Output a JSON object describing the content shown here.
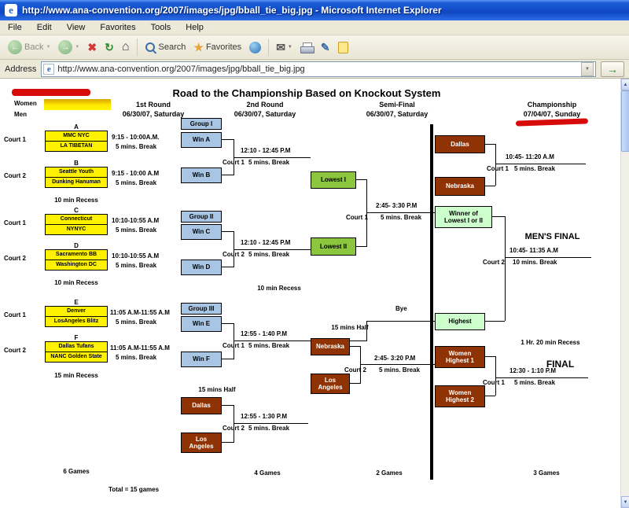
{
  "window": {
    "title": "http://www.ana-convention.org/2007/images/jpg/bball_tie_big.jpg - Microsoft Internet Explorer"
  },
  "menu": {
    "items": [
      "File",
      "Edit",
      "View",
      "Favorites",
      "Tools",
      "Help"
    ]
  },
  "toolbar": {
    "back": "Back",
    "search": "Search",
    "favorites": "Favorites"
  },
  "address": {
    "label": "Address",
    "url": "http://www.ana-convention.org/2007/images/jpg/bball_tie_big.jpg"
  },
  "icons": {
    "ie": "e",
    "back": "←",
    "forward": "→",
    "stop": "✖",
    "refresh": "↻",
    "home": "⌂",
    "star": "★",
    "mail": "✉",
    "edit": "✎",
    "dropdown": "▼",
    "go": "→",
    "up": "▲",
    "down": "▼"
  },
  "bracket": {
    "title": "Road to the Championship Based on Knockout System",
    "legend": {
      "women": "Women",
      "men": "Men"
    },
    "headers": [
      {
        "round": "1st Round",
        "date": "06/30/07, Saturday"
      },
      {
        "round": "2nd Round",
        "date": "06/30/07, Saturday"
      },
      {
        "round": "Semi-Final",
        "date": "06/30/07, Saturday"
      },
      {
        "round": "Championship",
        "date": "07/04/07, Sunday"
      }
    ],
    "round1": {
      "groups": [
        {
          "letter": "A",
          "court": "Court 1",
          "team1": "MMC NYC",
          "team2": "LA TIBETAN",
          "time": "9:15 - 10:00A.M.",
          "brk": "5 mins. Break"
        },
        {
          "letter": "B",
          "court": "Court 2",
          "team1": "Seattle Youth",
          "team2": "Dunking Hanuman",
          "time": "9:15 - 10:00 A.M",
          "brk": "5 mins. Break"
        },
        {
          "letter": "C",
          "court": "Court 1",
          "team1": "Connecticut",
          "team2": "NYNYC",
          "time": "10:10-10:55 A.M",
          "brk": "5 mins. Break"
        },
        {
          "letter": "D",
          "court": "Court 2",
          "team1": "Sacramento BB",
          "team2": "Washington DC",
          "time": "10:10-10:55 A.M",
          "brk": "5 mins. Break"
        },
        {
          "letter": "E",
          "court": "Court 1",
          "team1": "Denver",
          "team2": "LosAngeles Blitz",
          "time": "11:05 A.M-11:55 A.M",
          "brk": "5 mins. Break"
        },
        {
          "letter": "F",
          "court": "Court 2",
          "team1": "Dallas Tufans",
          "team2": "NANC Golden State",
          "time": "11:05 A.M-11:55 A.M",
          "brk": "5 mins. Break"
        }
      ],
      "recess1": "10 min Recess",
      "recess2": "10 min Recess",
      "recess3": "15 min Recess",
      "games": "6 Games",
      "total": "Total = 15 games"
    },
    "round2": {
      "g1": {
        "header": "Group I",
        "a": "Win A",
        "b": "Win B",
        "court": "Court 1",
        "time": "12:10 - 12:45 P.M",
        "brk": "5 mins. Break"
      },
      "g2": {
        "header": "Group II",
        "a": "Win C",
        "b": "Win D",
        "court": "Court 2",
        "time": "12:10 - 12:45 P.M",
        "brk": "5 mins. Break"
      },
      "recess": "10 min Recess",
      "g3": {
        "header": "Group III",
        "a": "Win E",
        "b": "Win F",
        "court": "Court 1",
        "time": "12:55 - 1:40 P.M",
        "brk": "5 mins. Break"
      },
      "women": {
        "half": "15 mins Half",
        "a": "Dallas",
        "b1": "Los",
        "b2": "Angeles",
        "court": "Court 2",
        "time": "12:55 - 1:30 P.M",
        "brk": "5 mins. Break"
      },
      "games": "4 Games"
    },
    "semi": {
      "men": {
        "a": "Lowest I",
        "b": "Lowest II",
        "court": "Court 1",
        "time": "2:45- 3:30 P.M",
        "brk": "5 mins. Break"
      },
      "bye": "Bye",
      "women": {
        "half": "15 mins Half",
        "a": "Nebraska",
        "b1": "Los",
        "b2": "Angeles",
        "court": "Court 2",
        "time": "2:45- 3:20 P.M",
        "brk": "5 mins. Break"
      },
      "games": "2 Games"
    },
    "champ": {
      "wsemi": {
        "a": "Dallas",
        "b": "Nebraska",
        "court": "Court 1",
        "time": "10:45- 11:20 A.M",
        "brk": "5 mins. Break"
      },
      "mfinal": {
        "label": "MEN'S FINAL",
        "a1": "Winner of",
        "a2": "Lowest I or II",
        "b": "Highest",
        "court": "Court 2",
        "time": "10:45- 11:35 A.M",
        "brk": "10 mins. Break"
      },
      "recess": "1 Hr. 20 min Recess",
      "wfinal": {
        "label": "FINAL",
        "a1": "Women",
        "a2": "Highest 1",
        "b1": "Women",
        "b2": "Highest 2",
        "court": "Court 1",
        "time": "12:30 - 1:10 P.M",
        "brk": "5 mins. Break"
      },
      "games": "3 Games"
    }
  }
}
